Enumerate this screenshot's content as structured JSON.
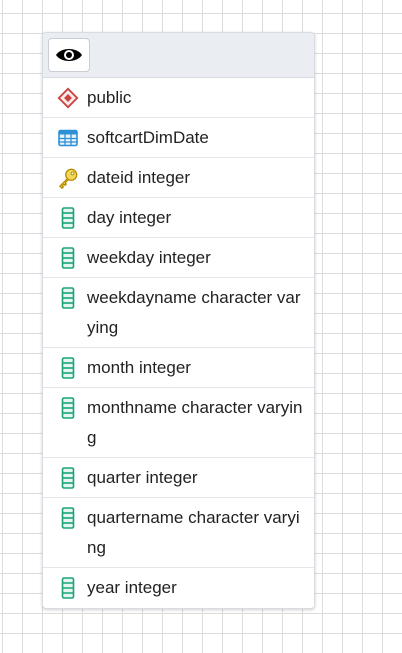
{
  "table_node": {
    "header": {
      "toggle_icon": "eye-icon"
    },
    "schema": {
      "label": "public",
      "icon": "schema-icon",
      "icon_color": "#c9433f"
    },
    "table": {
      "label": "softcartDimDate",
      "icon": "table-icon",
      "icon_color": "#2d8fd5"
    },
    "columns": [
      {
        "label": "dateid integer",
        "icon": "primary-key-icon"
      },
      {
        "label": "day integer",
        "icon": "column-icon"
      },
      {
        "label": "weekday integer",
        "icon": "column-icon"
      },
      {
        "label": "weekdayname character varying",
        "icon": "column-icon"
      },
      {
        "label": "month integer",
        "icon": "column-icon"
      },
      {
        "label": "monthname character varying",
        "icon": "column-icon"
      },
      {
        "label": "quarter integer",
        "icon": "column-icon"
      },
      {
        "label": "quartername character varying",
        "icon": "column-icon"
      },
      {
        "label": "year integer",
        "icon": "column-icon"
      }
    ],
    "colors": {
      "column_icon": "#1aa37a",
      "key_icon": "#e0b100",
      "header_bg": "#eaedf2"
    }
  }
}
